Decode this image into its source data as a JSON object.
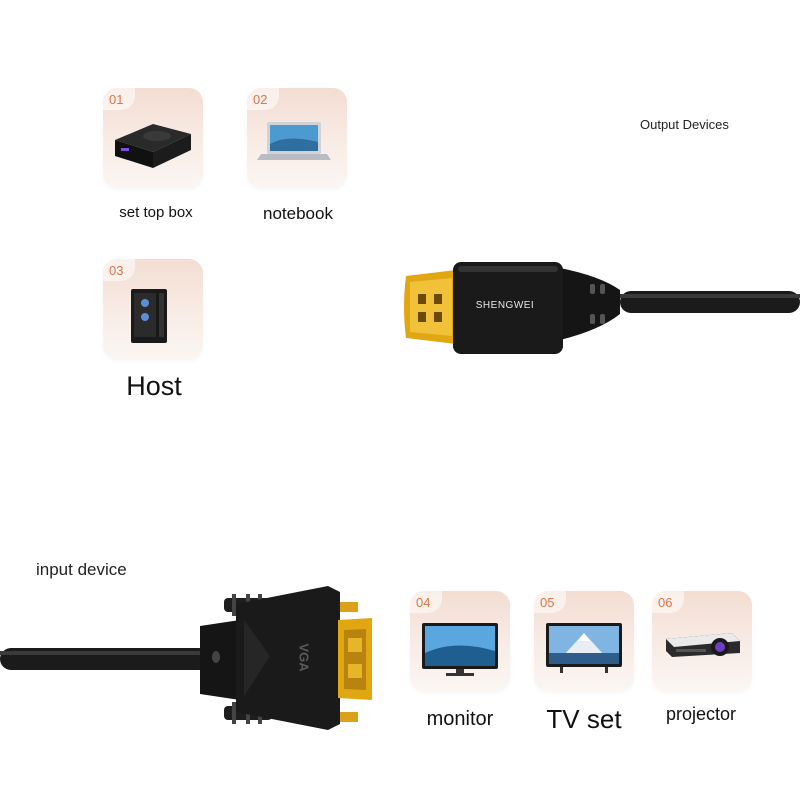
{
  "headings": {
    "output": "Output Devices",
    "input": "input device"
  },
  "devices": [
    {
      "num": "01",
      "label": "set top box",
      "icon": "set-top-box-icon"
    },
    {
      "num": "02",
      "label": "notebook",
      "icon": "laptop-icon"
    },
    {
      "num": "03",
      "label": "Host",
      "icon": "desktop-tower-icon"
    },
    {
      "num": "04",
      "label": "monitor",
      "icon": "monitor-icon"
    },
    {
      "num": "05",
      "label": "TV set",
      "icon": "tv-icon"
    },
    {
      "num": "06",
      "label": "projector",
      "icon": "projector-icon"
    }
  ],
  "hdmi": {
    "brand": "SHENGWEI",
    "icon": "hdmi-connector-icon"
  },
  "vga": {
    "label": "VGA",
    "icon": "vga-connector-icon"
  },
  "colors": {
    "accent": "#d9754c",
    "card": "#f3ddd2",
    "cable": "#1b1b1b",
    "gold": "#e0a713"
  }
}
